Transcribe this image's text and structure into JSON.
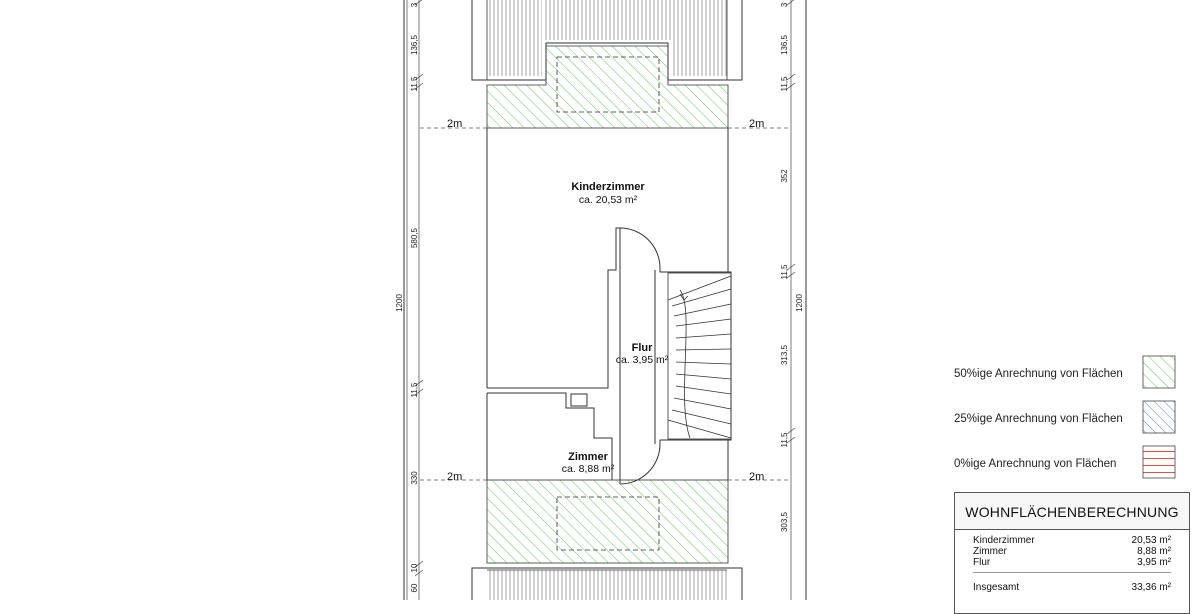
{
  "rooms": {
    "kinderzimmer": {
      "name": "Kinderzimmer",
      "area": "ca. 20,53 m²"
    },
    "flur": {
      "name": "Flur",
      "area": "ca. 3,95 m²"
    },
    "zimmer": {
      "name": "Zimmer",
      "area": "ca. 8,88 m²"
    }
  },
  "markers": {
    "line_2m": "2m"
  },
  "dimensions_left": {
    "d_136_5": "136,5",
    "d_11_5_a": "11,5",
    "d_580_5": "580,5",
    "d_1200": "1200",
    "d_11_5_b": "11,5",
    "d_330": "330",
    "d_10": "10",
    "d_60": "60",
    "d_3": "3"
  },
  "dimensions_right": {
    "d_136_5": "136,5",
    "d_11_5_a": "11,5",
    "d_352": "352",
    "d_11_5_b": "11,5",
    "d_1200": "1200",
    "d_313_5": "313,5",
    "d_11_5_c": "11,5",
    "d_303_5": "303,5",
    "d_3": "3"
  },
  "legend": {
    "items": [
      {
        "label": "50%ige Anrechnung von Flächen",
        "color": "#4caf50"
      },
      {
        "label": "25%ige Anrechnung von Flächen",
        "color": "#4a6fc4"
      },
      {
        "label": "0%ige Anrechnung von Flächen",
        "color": "#e53935"
      }
    ]
  },
  "calculation": {
    "title": "WOHNFLÄCHENBERECHNUNG",
    "rows": [
      {
        "label": "Kinderzimmer",
        "value": "20,53 m²"
      },
      {
        "label": "Zimmer",
        "value": "8,88 m²"
      },
      {
        "label": "Flur",
        "value": "3,95 m²"
      }
    ],
    "total_label": "Insgesamt",
    "total_value": "33,36 m²"
  }
}
